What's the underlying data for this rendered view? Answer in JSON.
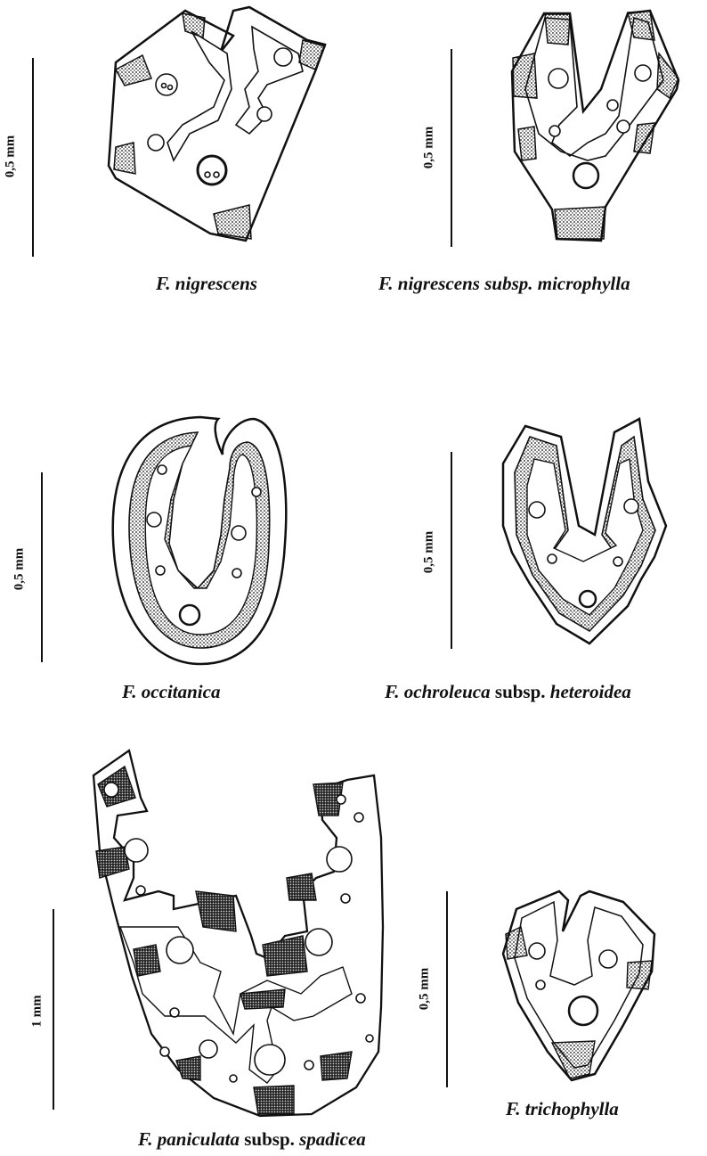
{
  "specimens": [
    {
      "id": "nigrescens",
      "name": "F. nigrescens",
      "scale": "0,5 mm"
    },
    {
      "id": "microphylla",
      "name": "F. nigrescens subsp. microphylla",
      "scale": "0,5 mm"
    },
    {
      "id": "occitanica",
      "name": "F. occitanica",
      "scale": "0,5 mm"
    },
    {
      "id": "heteroidea",
      "name_a": "F. ochroleuca",
      "mid": " subsp. ",
      "name_b": "heteroidea",
      "scale": "0,5 mm"
    },
    {
      "id": "spadicea",
      "name_a": "F. paniculata",
      "mid": " subsp. ",
      "name_b": "spadicea",
      "scale": "1 mm"
    },
    {
      "id": "trichophylla",
      "name": "F. trichophylla",
      "scale": "0,5 mm"
    }
  ]
}
